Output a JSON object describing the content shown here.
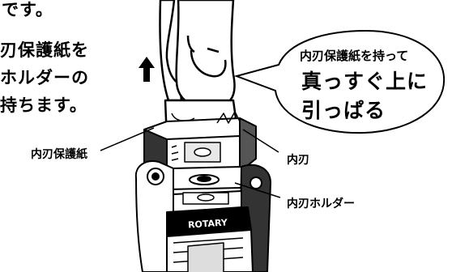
{
  "instructions": {
    "line1": "です。",
    "line2": "刃保護紙を",
    "line3": "ホルダーの",
    "line4": "持ちます。"
  },
  "bubble": {
    "line1": "内刃保護紙を持って",
    "line2": "真っすぐ上に",
    "line3": "引っぱる"
  },
  "labels": {
    "protective_paper": "内刃保護紙",
    "inner_blade": "内刃",
    "inner_blade_holder": "内刃ホルダー"
  },
  "device": {
    "brand": "ROTARY"
  },
  "icons": {
    "arrow": "up-arrow-icon"
  }
}
